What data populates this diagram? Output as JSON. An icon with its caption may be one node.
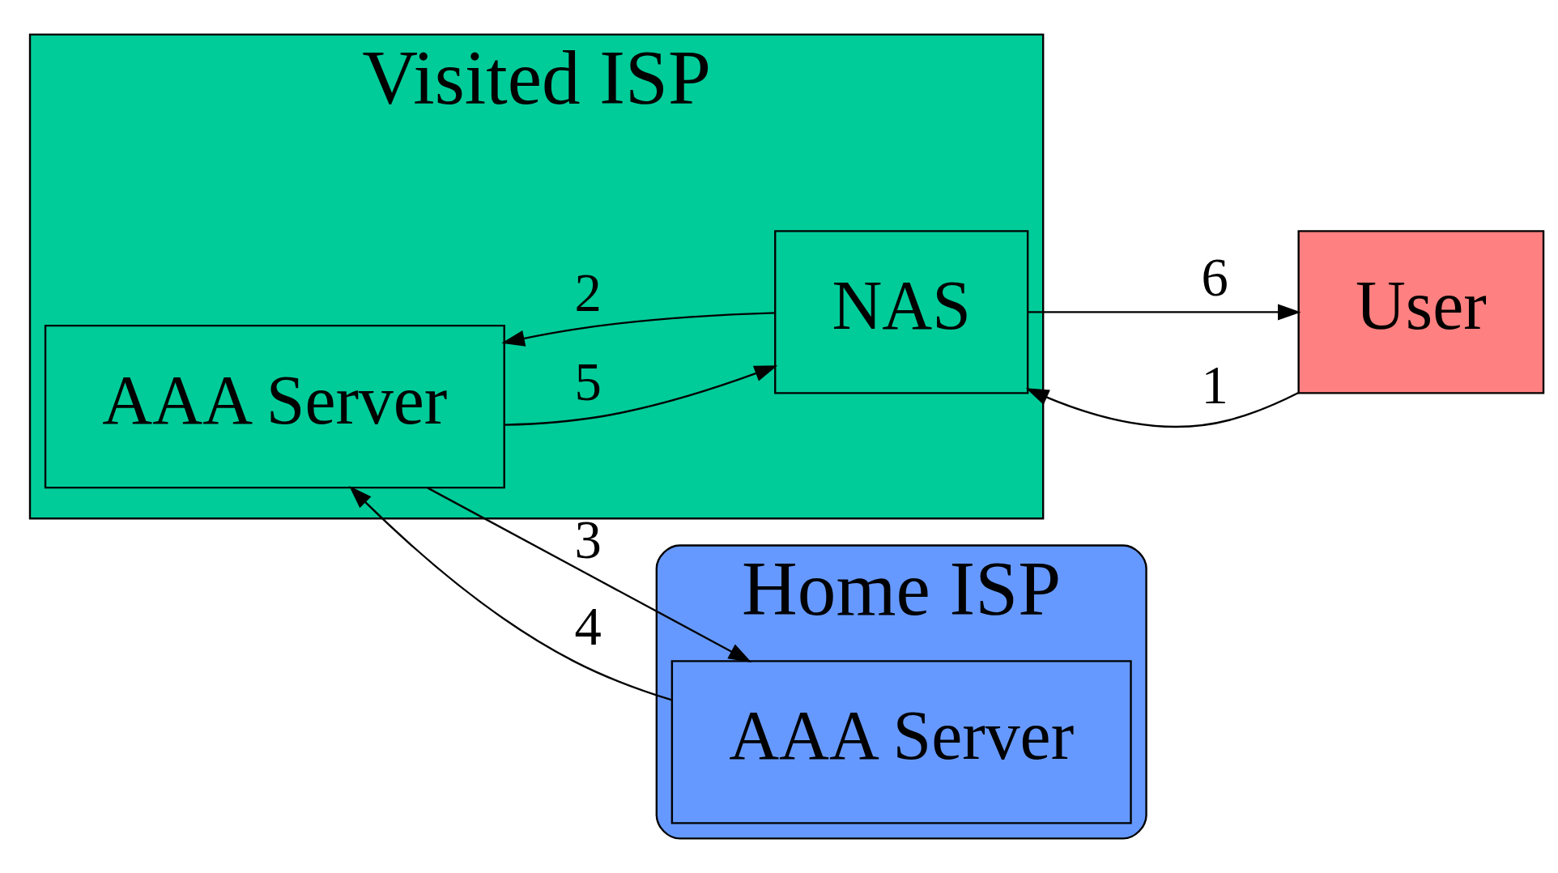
{
  "diagram": {
    "nodes": [
      {
        "text": [
          "Visited ISP"
        ]
      },
      {
        "text": [
          "AAA Server"
        ],
        "in": 0
      },
      {
        "text": [
          "NAS"
        ],
        "in": 0
      },
      {
        "text": [
          "Home ISP"
        ]
      },
      {
        "text": [
          "AAA Server"
        ],
        "in": 3
      },
      {
        "text": [
          "User"
        ]
      }
    ],
    "edges": [
      {
        "from": 5,
        "to": 2,
        "arrow": "to",
        "label": "1"
      },
      {
        "from": 2,
        "to": 1,
        "arrow": "to",
        "label": "2"
      },
      {
        "from": 1,
        "to": 4,
        "arrow": "to",
        "label": "3"
      },
      {
        "from": 4,
        "to": 1,
        "arrow": "to",
        "label": "4"
      },
      {
        "from": 1,
        "to": 2,
        "arrow": "to",
        "label": "5"
      },
      {
        "from": 2,
        "to": 5,
        "arrow": "to",
        "label": "6"
      }
    ]
  }
}
